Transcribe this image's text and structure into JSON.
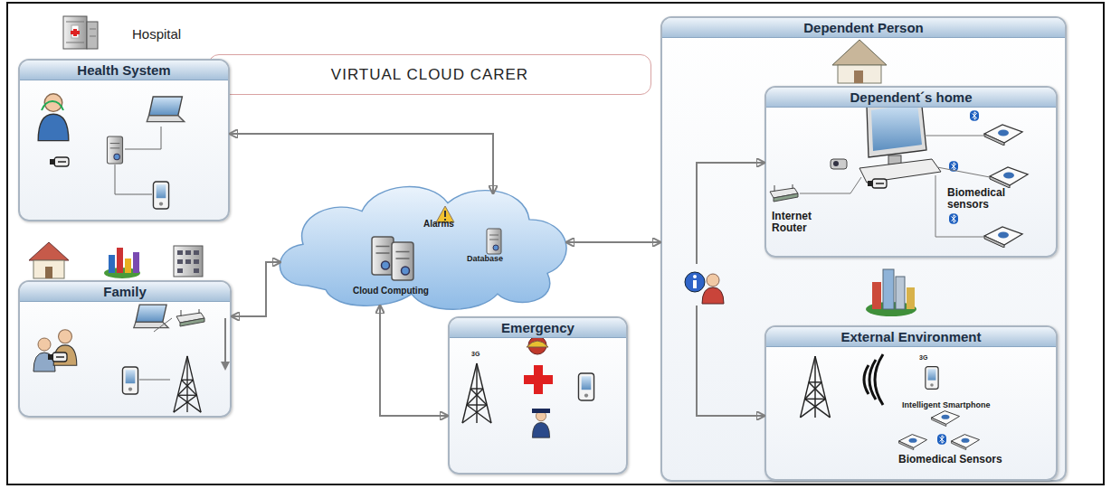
{
  "diagram": {
    "title": "VIRTUAL CLOUD CARER",
    "nodes": [
      {
        "text": [
          "Health System"
        ]
      },
      {
        "text": [
          "Family"
        ]
      },
      {
        "text": [
          "Alarms",
          "Database",
          "Cloud Computing"
        ]
      },
      {
        "text": [
          "Emergency"
        ]
      },
      {
        "text": [
          "Dependent Person"
        ]
      },
      {
        "text": [
          "Dependent´s home",
          "Internet Router",
          "Biomedical sensors"
        ],
        "in": 4
      },
      {
        "text": [
          "External Environment",
          "Intelligent Smartphone",
          "Biomedical Sensors"
        ],
        "in": 4
      }
    ],
    "edges": [
      {
        "from": 0,
        "to": 2,
        "arrow": "both"
      },
      {
        "from": 1,
        "to": 2,
        "arrow": "both"
      },
      {
        "from": 2,
        "to": 3,
        "arrow": "both"
      },
      {
        "from": 2,
        "to": 4,
        "arrow": "both"
      },
      {
        "from": 4,
        "to": 5,
        "arrow": "to"
      },
      {
        "from": 4,
        "to": 6,
        "arrow": "to"
      }
    ],
    "labels": [
      "Hospital",
      "3G",
      "3G"
    ]
  }
}
